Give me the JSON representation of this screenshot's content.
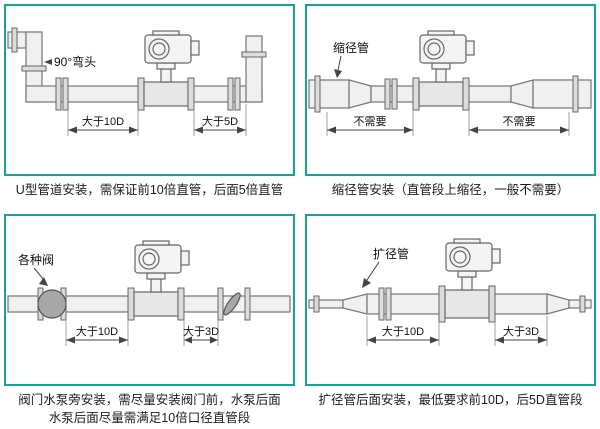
{
  "theme": {
    "accent": "#17a398",
    "line_color": "#767676",
    "text_color": "#1c1c1c"
  },
  "panels": [
    {
      "id": "u-pipe",
      "label": "90°弯头",
      "dim_left": "大于10D",
      "dim_right": "大于5D",
      "caption": "U型管道安装，需保证前10倍直管，后面5倍直管"
    },
    {
      "id": "reducer",
      "label": "缩径管",
      "dim_left": "不需要",
      "dim_right": "不需要",
      "caption": "缩径管安装（直管段上缩径，一般不需要）"
    },
    {
      "id": "valve-pump",
      "label": "各种阀",
      "dim_left": "大于10D",
      "dim_right": "大于3D",
      "caption": "阀门水泵旁安装，需尽量安装阀门前，水泵后面",
      "caption_line2": "水泵后面尽量需满足10倍口径直管段"
    },
    {
      "id": "expander",
      "label": "扩径管",
      "dim_left": "大于10D",
      "dim_right": "大于3D",
      "caption": "扩径管后面安装，最低要求前10D，后5D直管段"
    }
  ]
}
